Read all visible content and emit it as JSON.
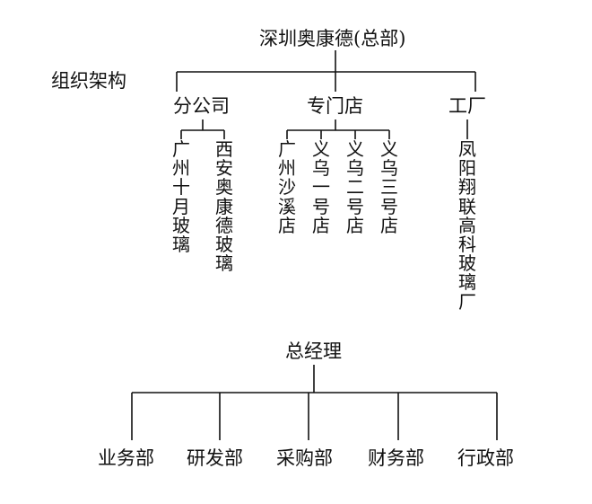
{
  "side_label": "组织架构",
  "tree1": {
    "root": "深圳奥康德(总部)",
    "groups": {
      "branch": {
        "label": "分公司",
        "children": [
          "广州十月玻璃",
          "西安奥康德玻璃"
        ]
      },
      "shop": {
        "label": "专门店",
        "children": [
          "广州沙溪店",
          "义乌一号店",
          "义乌二号店",
          "义乌三号店"
        ]
      },
      "factory": {
        "label": "工厂",
        "children": [
          "凤阳翔联高科玻璃厂"
        ]
      }
    }
  },
  "tree2": {
    "root": "总经理",
    "departments": [
      "业务部",
      "研发部",
      "采购部",
      "财务部",
      "行政部"
    ]
  }
}
